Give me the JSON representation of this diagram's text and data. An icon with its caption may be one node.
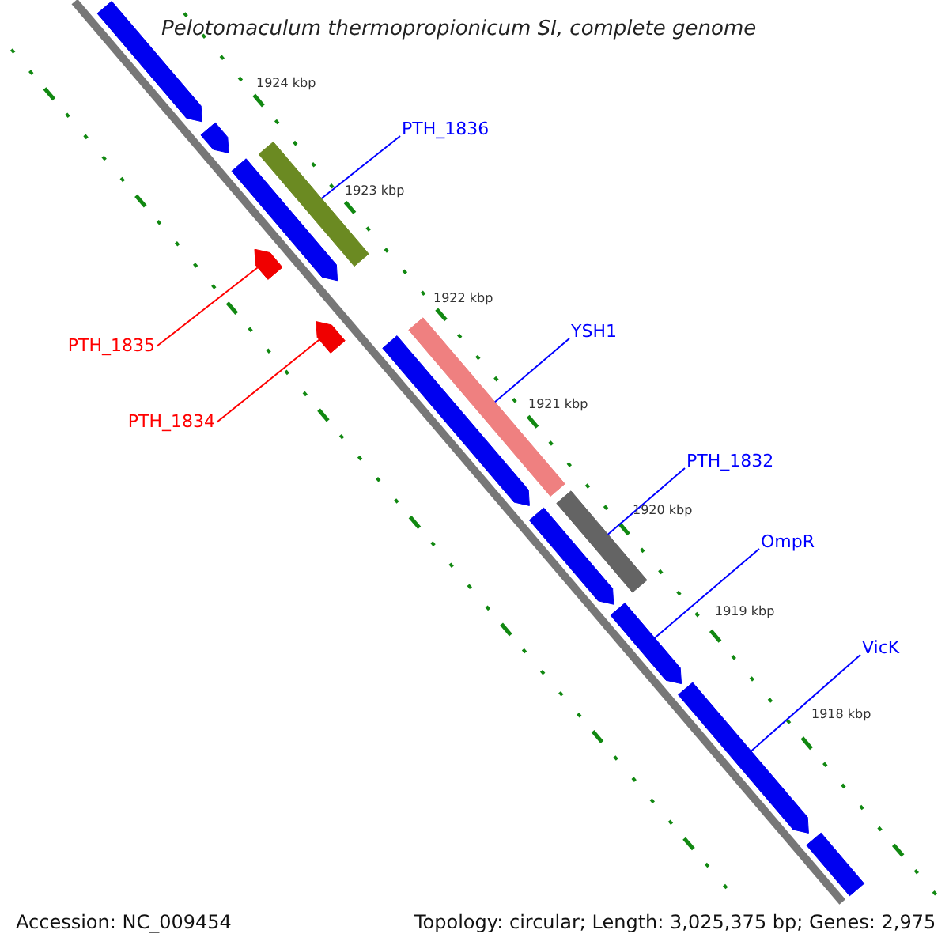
{
  "diagram": {
    "title": "Pelotomaculum thermopropionicum SI, complete genome",
    "nodes": [
      {
        "text": [],
        "shape": "pentagon"
      },
      {
        "text": [],
        "shape": "pentagon"
      },
      {
        "text": [],
        "shape": "bar"
      },
      {
        "text": [],
        "shape": "pentagon"
      },
      {
        "text": [],
        "shape": "pentagon"
      },
      {
        "text": [],
        "shape": "pentagon"
      },
      {
        "text": [],
        "shape": "bar"
      },
      {
        "text": [],
        "shape": "pentagon"
      },
      {
        "text": [],
        "shape": "bar"
      },
      {
        "text": [],
        "shape": "pentagon"
      },
      {
        "text": [],
        "shape": "pentagon"
      },
      {
        "text": [],
        "shape": "pentagon"
      },
      {
        "text": [],
        "shape": "bar"
      },
      {
        "text": [
          "PTH_1836"
        ]
      },
      {
        "text": [
          "YSH1"
        ]
      },
      {
        "text": [
          "PTH_1835"
        ]
      },
      {
        "text": [
          "PTH_1834"
        ]
      },
      {
        "text": [
          "PTH_1832"
        ]
      },
      {
        "text": [
          "OmpR"
        ]
      },
      {
        "text": [
          "VicK"
        ]
      }
    ],
    "edges": [
      {
        "from": 13,
        "to": 2,
        "arrow": "none"
      },
      {
        "from": 14,
        "to": 6,
        "arrow": "none"
      },
      {
        "from": 15,
        "to": 4,
        "arrow": "none",
        "color": "#ff0000"
      },
      {
        "from": 16,
        "to": 5,
        "arrow": "none",
        "color": "#ff0000"
      },
      {
        "from": 17,
        "to": 8,
        "arrow": "none"
      },
      {
        "from": 18,
        "to": 10,
        "arrow": "none"
      },
      {
        "from": 19,
        "to": 11,
        "arrow": "none"
      }
    ],
    "labels": [
      "1924 kbp",
      "1923 kbp",
      "1922 kbp",
      "1921 kbp",
      "1920 kbp",
      "1919 kbp",
      "1918 kbp",
      "Accession: NC_009454",
      "Topology: circular; Length: 3,025,375 bp; Genes: 2,975"
    ]
  }
}
